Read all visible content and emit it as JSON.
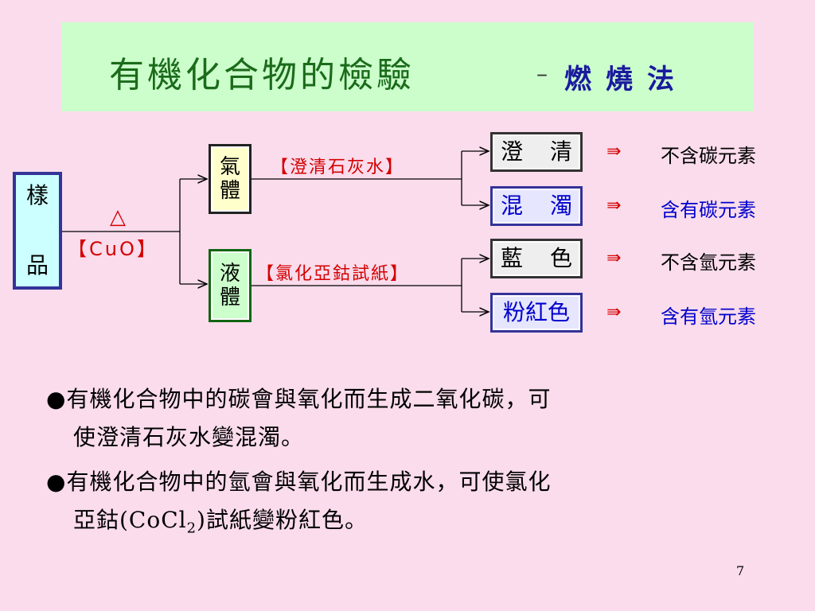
{
  "slide": {
    "title": "有機化合物的檢驗",
    "title_dash": "–",
    "title_method": "燃燒法",
    "page_number": "7"
  },
  "diagram": {
    "sample": [
      "樣",
      "品"
    ],
    "delta": "△",
    "catalyst": "【CuO】",
    "gas": [
      "氣",
      "體"
    ],
    "liquid": [
      "液",
      "體"
    ],
    "reagent_gas": "【澄清石灰水】",
    "reagent_liquid": "【氯化亞鈷試紙】",
    "results": [
      {
        "label_left": "澄",
        "label_right": "清",
        "conclusion": "不含碳元素",
        "style": "dark"
      },
      {
        "label_left": "混",
        "label_right": "濁",
        "conclusion": "含有碳元素",
        "style": "blue"
      },
      {
        "label_left": "藍",
        "label_right": "色",
        "conclusion": "不含氫元素",
        "style": "dark"
      },
      {
        "label_left": "粉紅色",
        "label_right": "",
        "conclusion": "含有氫元素",
        "style": "blue"
      }
    ],
    "implies_symbol": "⇛",
    "colors": {
      "title_green": "#1a6b1a",
      "title_blue": "#1a1a9e",
      "reagent_red": "#d40000",
      "positive_blue": "#0000cc",
      "background": "#fadcec",
      "title_box": "#ccfecc"
    }
  },
  "bullets": [
    {
      "marker": "●",
      "lines": [
        "有機化合物中的碳會與氧化而生成二氧化碳，可",
        "使澄清石灰水變混濁。"
      ]
    },
    {
      "marker": "●",
      "lines": [
        "有機化合物中的氫會與氧化而生成水，可使氯化"
      ],
      "line2_pre": "亞鈷(CoCl",
      "line2_sub": "2",
      "line2_post": ")試紙變粉紅色。"
    }
  ]
}
